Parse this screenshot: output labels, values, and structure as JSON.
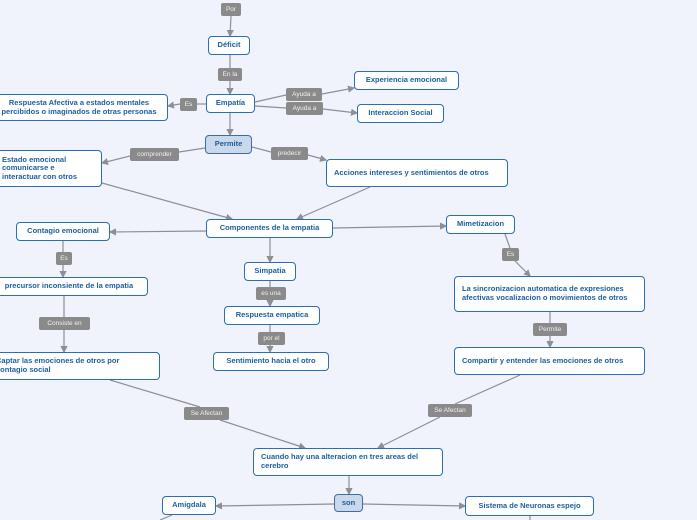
{
  "colors": {
    "edge": "#8d8f96",
    "node_border": "#2a6fb3",
    "node_text": "#1c5e9c",
    "label_bg": "#8a8a8a",
    "background": "#f0f3fc"
  },
  "nodes": {
    "deficit": "Déficit",
    "empatia": "Empatía",
    "respuesta_afectiva": "Respuesta Afectiva a estados mentales percibidos o imaginados de otras personas",
    "experiencia_emocional": "Experiencia emocional",
    "interaccion_social": "Interaccion Social",
    "permite": "Permite",
    "estado_emocional": "Estado emocional comunicarse e interactuar con otros",
    "acciones_intereses": "Acciones intereses y sentimientos de otros",
    "componentes": "Componentes de la empatia",
    "contagio": "Contagio emocional",
    "mimetizacion": "Mimetizacion",
    "simpatia": "Simpatia",
    "precursor": "precursor inconsiente de la empatia",
    "sincronizacion": "La sincronizacion automatica de expresiones afectivas vocalizacion o movimientos de otros",
    "respuesta_empatica": "Respuesta empatica",
    "sentimiento": "Sentimiento hacia el otro",
    "captar_emociones": "Captar las emociones de otros por contagio social",
    "compartir": "Compartir y entender las emociones de otros",
    "cuando": "Cuando hay una alteracion en tres areas del cerebro",
    "son": "son",
    "amigdala": "Amigdala",
    "neuronas_espejo": "Sistema de Neuronas espejo"
  },
  "labels": {
    "por": "Por",
    "en_la": "En la",
    "es_1": "Es",
    "ayuda_a_1": "Ayuda a",
    "ayuda_a_2": "Ayuda a",
    "comprender": "comprender",
    "predecir": "predecir",
    "es_2": "Es",
    "es_3": "Es",
    "es_una": "es una",
    "por_el": "por el",
    "consiste_en": "Consiste en",
    "permite_2": "Permite",
    "se_afectan_1": "Se Afectan",
    "se_afectan_2": "Se Afectan"
  }
}
